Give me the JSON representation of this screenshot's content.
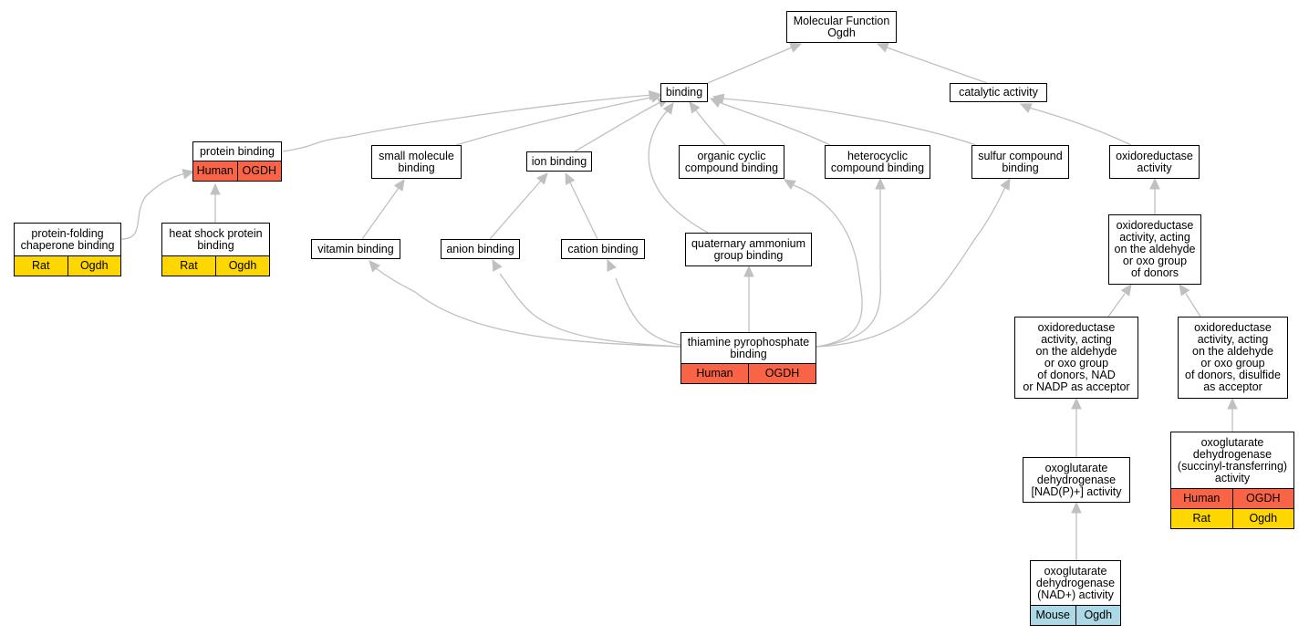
{
  "colors": {
    "edge": "#c0c0c0",
    "human": "#fa6446",
    "rat": "#ffd700",
    "mouse": "#add8e6"
  },
  "nodes": {
    "mf": {
      "label": "Molecular Function\nOgdh"
    },
    "binding": {
      "label": "binding"
    },
    "catalytic": {
      "label": "catalytic activity"
    },
    "protein_binding": {
      "label": "protein binding",
      "annotations": [
        [
          {
            "species": "human",
            "text": "Human"
          },
          {
            "species": "human",
            "text": "OGDH"
          }
        ]
      ]
    },
    "small_mol": {
      "label": "small molecule\nbinding"
    },
    "ion": {
      "label": "ion binding"
    },
    "org_cyclic": {
      "label": "organic cyclic\ncompound binding"
    },
    "heterocyclic": {
      "label": "heterocyclic\ncompound binding"
    },
    "sulfur": {
      "label": "sulfur compound\nbinding"
    },
    "oxidoreductase": {
      "label": "oxidoreductase\nactivity"
    },
    "chaperone": {
      "label": "protein-folding\nchaperone binding",
      "annotations": [
        [
          {
            "species": "rat",
            "text": "Rat"
          },
          {
            "species": "rat",
            "text": "Ogdh"
          }
        ]
      ]
    },
    "heat_shock": {
      "label": "heat shock protein\nbinding",
      "annotations": [
        [
          {
            "species": "rat",
            "text": "Rat"
          },
          {
            "species": "rat",
            "text": "Ogdh"
          }
        ]
      ]
    },
    "vitamin": {
      "label": "vitamin binding"
    },
    "anion": {
      "label": "anion binding"
    },
    "cation": {
      "label": "cation binding"
    },
    "quat": {
      "label": "quaternary ammonium\ngroup binding"
    },
    "ox_aldehyde": {
      "label": "oxidoreductase\nactivity, acting\non the aldehyde\nor oxo group\nof donors"
    },
    "tpp": {
      "label": "thiamine pyrophosphate\nbinding",
      "annotations": [
        [
          {
            "species": "human",
            "text": "Human"
          },
          {
            "species": "human",
            "text": "OGDH"
          }
        ]
      ]
    },
    "ox_nad": {
      "label": "oxidoreductase\nactivity, acting\non the aldehyde\nor oxo group\nof donors, NAD\nor NADP as acceptor"
    },
    "ox_disulfide": {
      "label": "oxidoreductase\nactivity, acting\non the aldehyde\nor oxo group\nof donors, disulfide\nas acceptor"
    },
    "ogdh_nadp": {
      "label": "oxoglutarate\ndehydrogenase\n[NAD(P)+] activity"
    },
    "ogdh_succ": {
      "label": "oxoglutarate\ndehydrogenase\n(succinyl-transferring)\nactivity",
      "annotations": [
        [
          {
            "species": "human",
            "text": "Human"
          },
          {
            "species": "human",
            "text": "OGDH"
          }
        ],
        [
          {
            "species": "rat",
            "text": "Rat"
          },
          {
            "species": "rat",
            "text": "Ogdh"
          }
        ]
      ]
    },
    "ogdh_nad": {
      "label": "oxoglutarate\ndehydrogenase\n(NAD+) activity",
      "annotations": [
        [
          {
            "species": "mouse",
            "text": "Mouse"
          },
          {
            "species": "mouse",
            "text": "Ogdh"
          }
        ]
      ]
    }
  },
  "edges": [
    {
      "from": "binding",
      "to": "mf"
    },
    {
      "from": "catalytic",
      "to": "mf"
    },
    {
      "from": "protein_binding",
      "to": "binding"
    },
    {
      "from": "small_mol",
      "to": "binding"
    },
    {
      "from": "ion",
      "to": "binding"
    },
    {
      "from": "org_cyclic",
      "to": "binding"
    },
    {
      "from": "heterocyclic",
      "to": "binding"
    },
    {
      "from": "sulfur",
      "to": "binding"
    },
    {
      "from": "quat",
      "to": "binding"
    },
    {
      "from": "oxidoreductase",
      "to": "catalytic"
    },
    {
      "from": "chaperone",
      "to": "protein_binding"
    },
    {
      "from": "heat_shock",
      "to": "protein_binding"
    },
    {
      "from": "vitamin",
      "to": "small_mol"
    },
    {
      "from": "anion",
      "to": "ion"
    },
    {
      "from": "cation",
      "to": "ion"
    },
    {
      "from": "ox_aldehyde",
      "to": "oxidoreductase"
    },
    {
      "from": "tpp",
      "to": "vitamin"
    },
    {
      "from": "tpp",
      "to": "anion"
    },
    {
      "from": "tpp",
      "to": "cation"
    },
    {
      "from": "tpp",
      "to": "quat"
    },
    {
      "from": "tpp",
      "to": "org_cyclic"
    },
    {
      "from": "tpp",
      "to": "heterocyclic"
    },
    {
      "from": "tpp",
      "to": "sulfur"
    },
    {
      "from": "ox_nad",
      "to": "ox_aldehyde"
    },
    {
      "from": "ox_disulfide",
      "to": "ox_aldehyde"
    },
    {
      "from": "ogdh_nadp",
      "to": "ox_nad"
    },
    {
      "from": "ogdh_succ",
      "to": "ox_disulfide"
    },
    {
      "from": "ogdh_nad",
      "to": "ogdh_nadp"
    }
  ]
}
